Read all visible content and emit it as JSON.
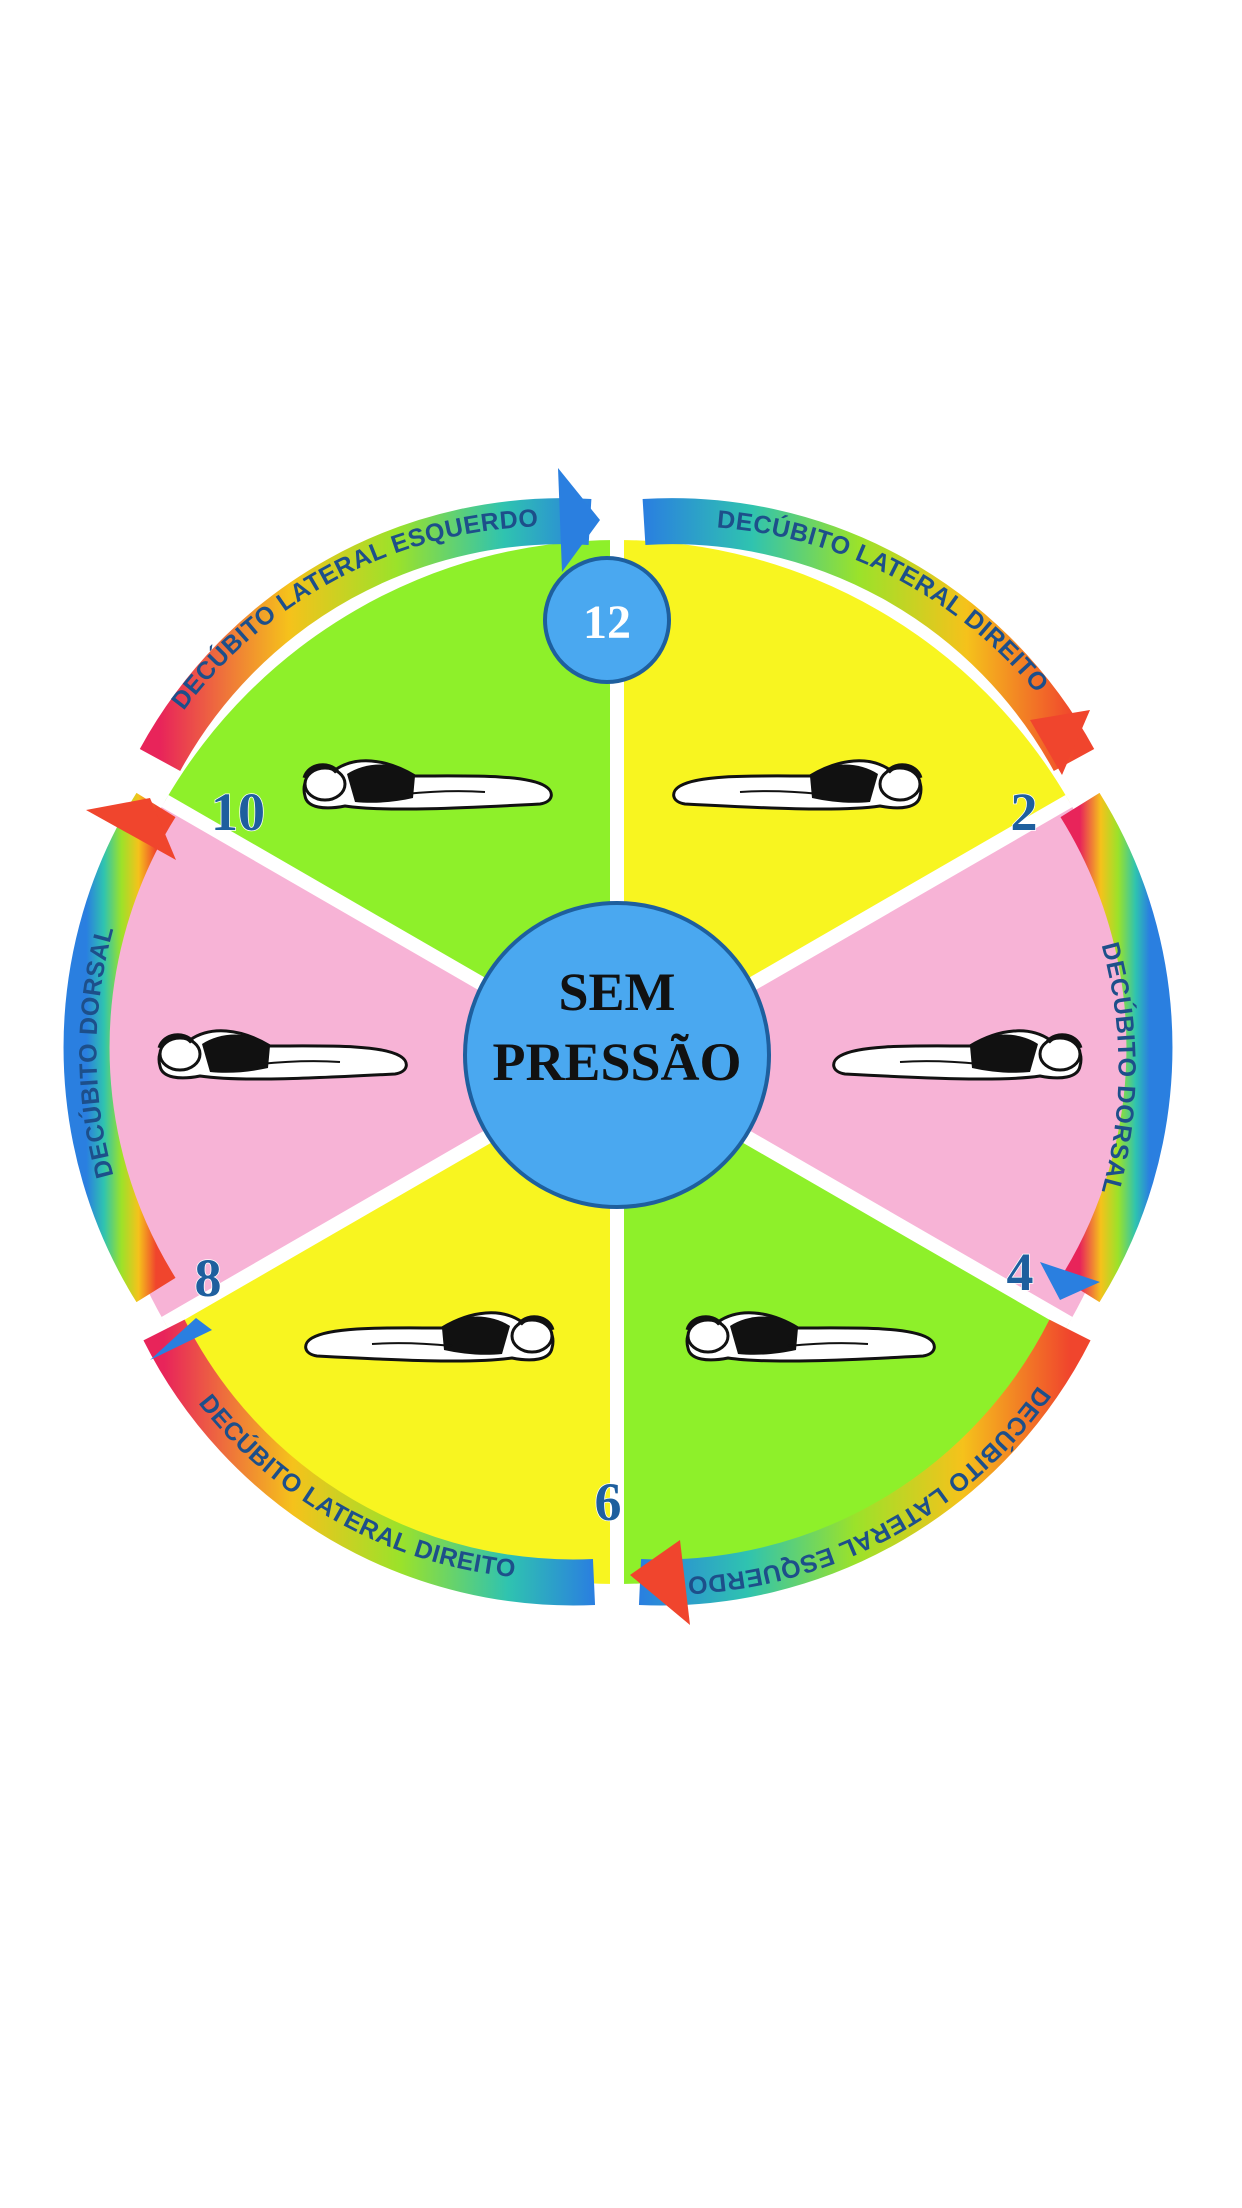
{
  "center": {
    "line1": "SEM",
    "line2": "PRESSÃO"
  },
  "hours": {
    "h12": "12",
    "h2": "2",
    "h4": "4",
    "h6": "6",
    "h8": "8",
    "h10": "10"
  },
  "arcs": {
    "top_left": "DECÚBITO LATERAL ESQUERDO",
    "top_right": "DECÚBITO LATERAL DIREITO",
    "right": "DECÚBITO DORSAL",
    "bottom_right": "DECÚBITO LATERAL ESQUERDO",
    "bottom_left": "DECÚBITO LATERAL DIREITO",
    "left": "DECÚBITO DORSAL"
  },
  "colors": {
    "green": "#8ef02a",
    "yellow": "#f8f520",
    "pink": "#f7b3d6",
    "center": "#4aa8f0",
    "figure_dark": "#111111"
  },
  "icons": {
    "sector_figures": "person-lying-icon",
    "arrows": "rainbow-arrow-icon"
  }
}
